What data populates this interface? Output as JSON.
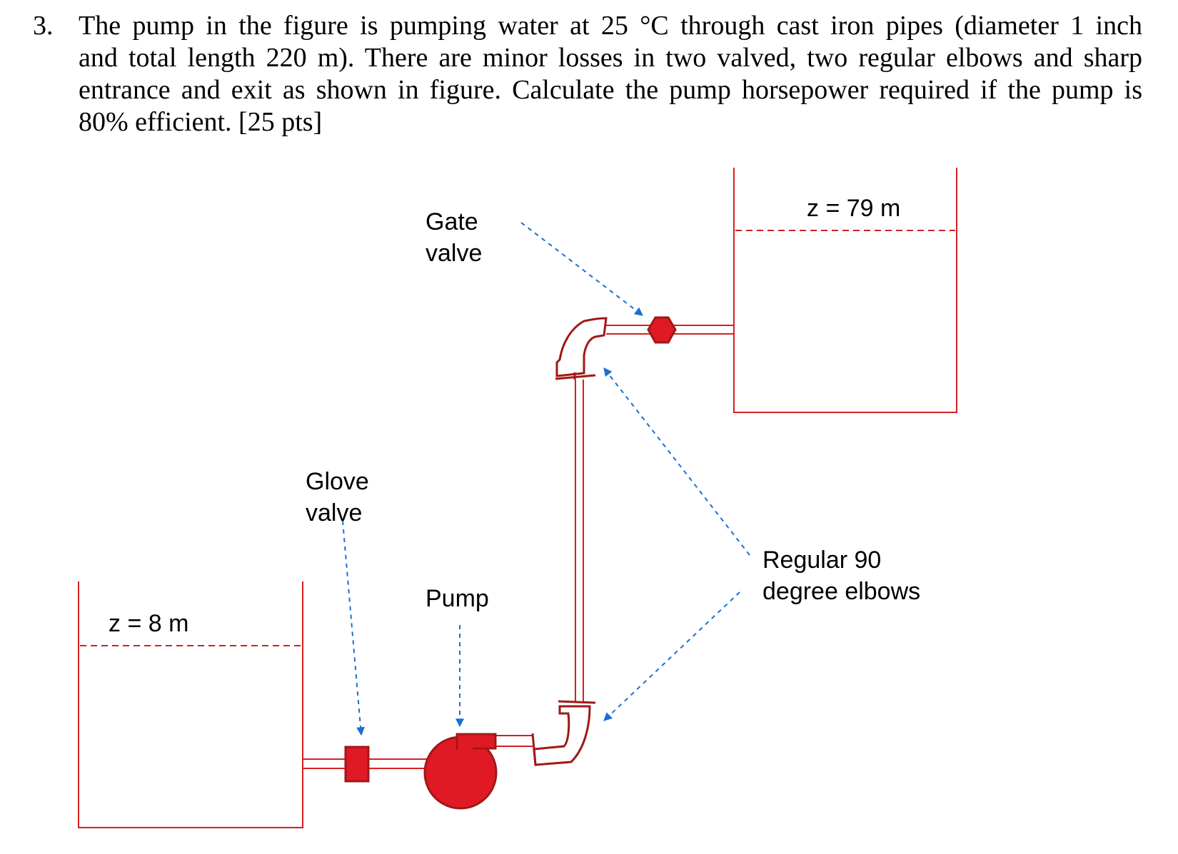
{
  "problem": {
    "number": "3.",
    "lines": [
      "The pump in the figure is pumping water at 25 °C through cast iron pipes (diameter 1 inch",
      "and total length 220 m). There are minor losses in two valved, two regular elbows and sharp",
      "entrance and exit as shown in figure. Calculate the pump horsepower required if the pump is",
      "80% efficient. [25 pts]"
    ]
  },
  "figure": {
    "lower_tank_level": "z = 8 m",
    "upper_tank_level": "z = 79 m",
    "gate_valve_label": [
      "Gate",
      "valve"
    ],
    "glove_valve_label": [
      "Glove",
      "valve"
    ],
    "pump_label": "Pump",
    "elbows_label": [
      "Regular 90",
      "degree elbows"
    ],
    "colors": {
      "tank_outline": "#d42020",
      "pipe": "#d42020",
      "fitting_outline": "#a01818",
      "component_fill": "#e01a24",
      "leader_line": "#1a6fd0"
    }
  }
}
